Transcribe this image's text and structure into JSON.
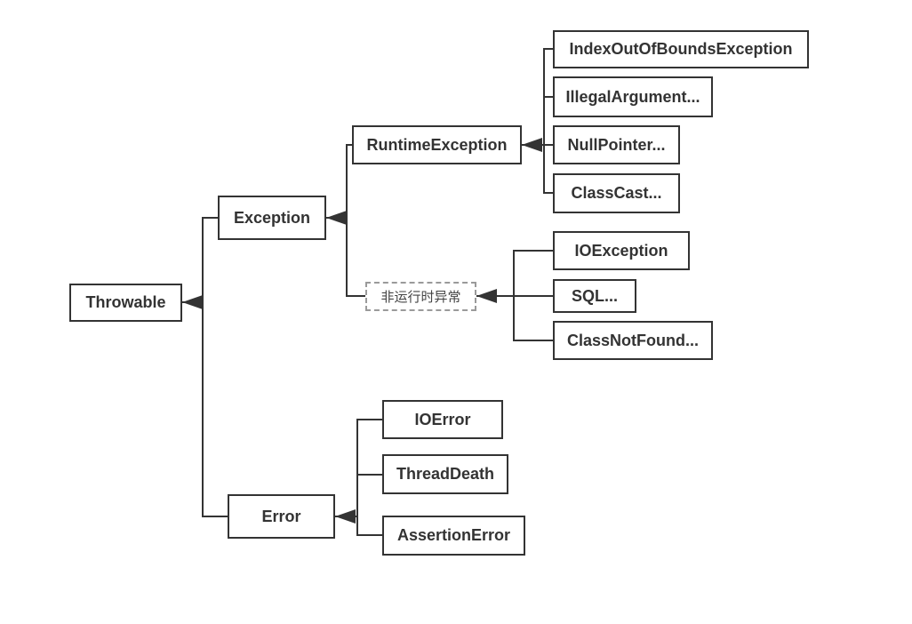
{
  "nodes": {
    "throwable": "Throwable",
    "exception": "Exception",
    "error": "Error",
    "runtime_exception": "RuntimeException",
    "non_runtime": "非运行时异常",
    "index_out_of_bounds": "IndexOutOfBoundsException",
    "illegal_argument": "IllegalArgument...",
    "null_pointer": "NullPointer...",
    "class_cast": "ClassCast...",
    "io_exception": "IOException",
    "sql": "SQL...",
    "class_not_found": "ClassNotFound...",
    "io_error": "IOError",
    "thread_death": "ThreadDeath",
    "assertion_error": "AssertionError"
  },
  "colors": {
    "line": "#333333",
    "border": "#333333",
    "dashed_border": "#9a9a9a"
  }
}
